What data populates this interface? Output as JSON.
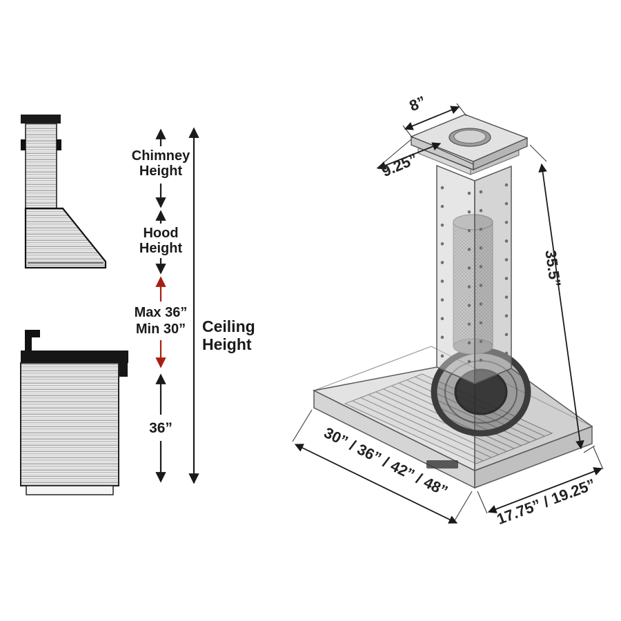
{
  "side_view": {
    "chimney_height": [
      "Chimney",
      "Height"
    ],
    "hood_height": [
      "Hood",
      "Height"
    ],
    "max_label": "Max 36”",
    "min_label": "Min 30”",
    "ceiling_height": [
      "Ceiling",
      "Height"
    ],
    "bottom_clearance": "36”"
  },
  "isometric": {
    "top_width": "8”",
    "top_depth": "9.25”",
    "height": "35.5”",
    "widths": "30” / 36” / 42” / 48”",
    "depths": "17.75” / 19.25”"
  },
  "colors": {
    "text": "#1a1a1a",
    "accent_red": "#a81e12",
    "steel": "#d9d9d9",
    "outline": "#555555"
  }
}
